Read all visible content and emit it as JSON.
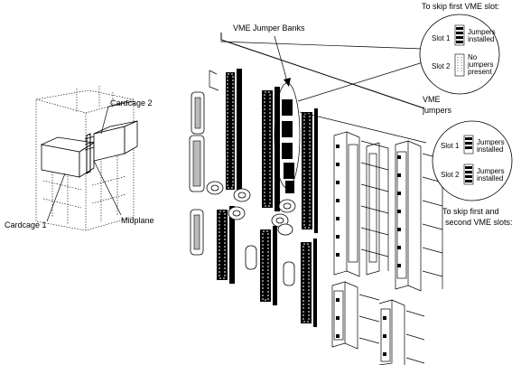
{
  "labels": {
    "cardcage2": "Cardcage 2",
    "cardcage1": "Cardcage 1",
    "midplane": "Midplane",
    "vme_jumper_banks": "VME Jumper Banks",
    "skip_first_title": "To skip first VME slot:",
    "skip_both_title_line1": "To skip first and",
    "skip_both_title_line2": "second VME slots:",
    "vme_jumpers_line1": "VME",
    "vme_jumpers_line2": "jumpers"
  },
  "detail_top": {
    "slot1": {
      "name": "Slot 1",
      "status_line1": "Jumpers",
      "status_line2": "installed"
    },
    "slot2": {
      "name": "Slot 2",
      "status_line1": "No",
      "status_line2": "jumpers",
      "status_line3": "present"
    }
  },
  "detail_bottom": {
    "slot1": {
      "name": "Slot 1",
      "status_line1": "Jumpers",
      "status_line2": "installed"
    },
    "slot2": {
      "name": "Slot 2",
      "status_line1": "Jumpers",
      "status_line2": "installed"
    }
  }
}
